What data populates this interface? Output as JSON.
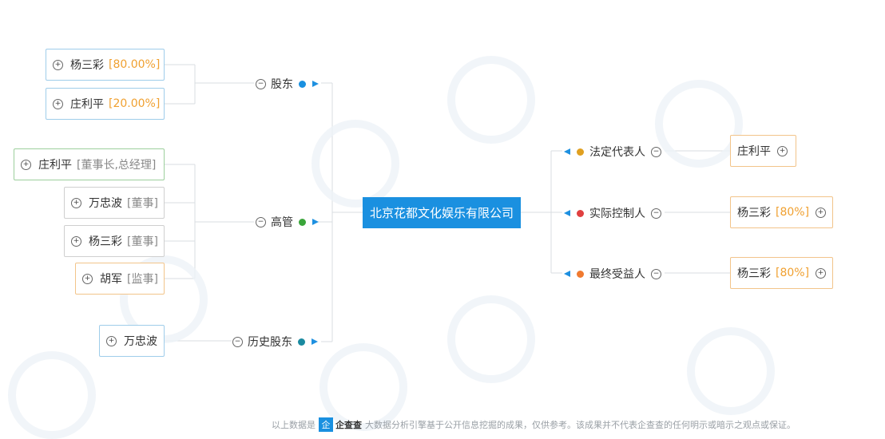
{
  "company": "北京花都文化娱乐有限公司",
  "branches": {
    "shareholders": {
      "label": "股东",
      "toggle": "−",
      "dot_color": "#1a90e0",
      "items": [
        {
          "name": "杨三彩",
          "percent": "[80.00%]"
        },
        {
          "name": "庄利平",
          "percent": "[20.00%]"
        }
      ]
    },
    "executives": {
      "label": "高管",
      "toggle": "−",
      "dot_color": "#3aa53a",
      "items": [
        {
          "name": "庄利平",
          "role": "[董事长,总经理]"
        },
        {
          "name": "万忠波",
          "role": "[董事]"
        },
        {
          "name": "杨三彩",
          "role": "[董事]"
        },
        {
          "name": "胡军",
          "role": "[监事]"
        }
      ]
    },
    "history_shareholders": {
      "label": "历史股东",
      "toggle": "−",
      "dot_color": "#1a8aa0",
      "items": [
        {
          "name": "万忠波"
        }
      ]
    },
    "legal_rep": {
      "label": "法定代表人",
      "toggle": "−",
      "dot_color": "#e0a020",
      "item": {
        "name": "庄利平"
      }
    },
    "controller": {
      "label": "实际控制人",
      "toggle": "−",
      "dot_color": "#e04040",
      "item": {
        "name": "杨三彩",
        "percent": "[80%]"
      }
    },
    "beneficiary": {
      "label": "最终受益人",
      "toggle": "−",
      "dot_color": "#f07a30",
      "item": {
        "name": "杨三彩",
        "percent": "[80%]"
      }
    }
  },
  "node_toggle": "+",
  "footer": {
    "text_left": "以上数据是",
    "logo_box": "企",
    "logo_text": "企查查",
    "text_right": "大数据分析引擎基于公开信息挖掘的成果，仅供参考。该成果并不代表企查查的任何明示或暗示之观点或保证。"
  }
}
